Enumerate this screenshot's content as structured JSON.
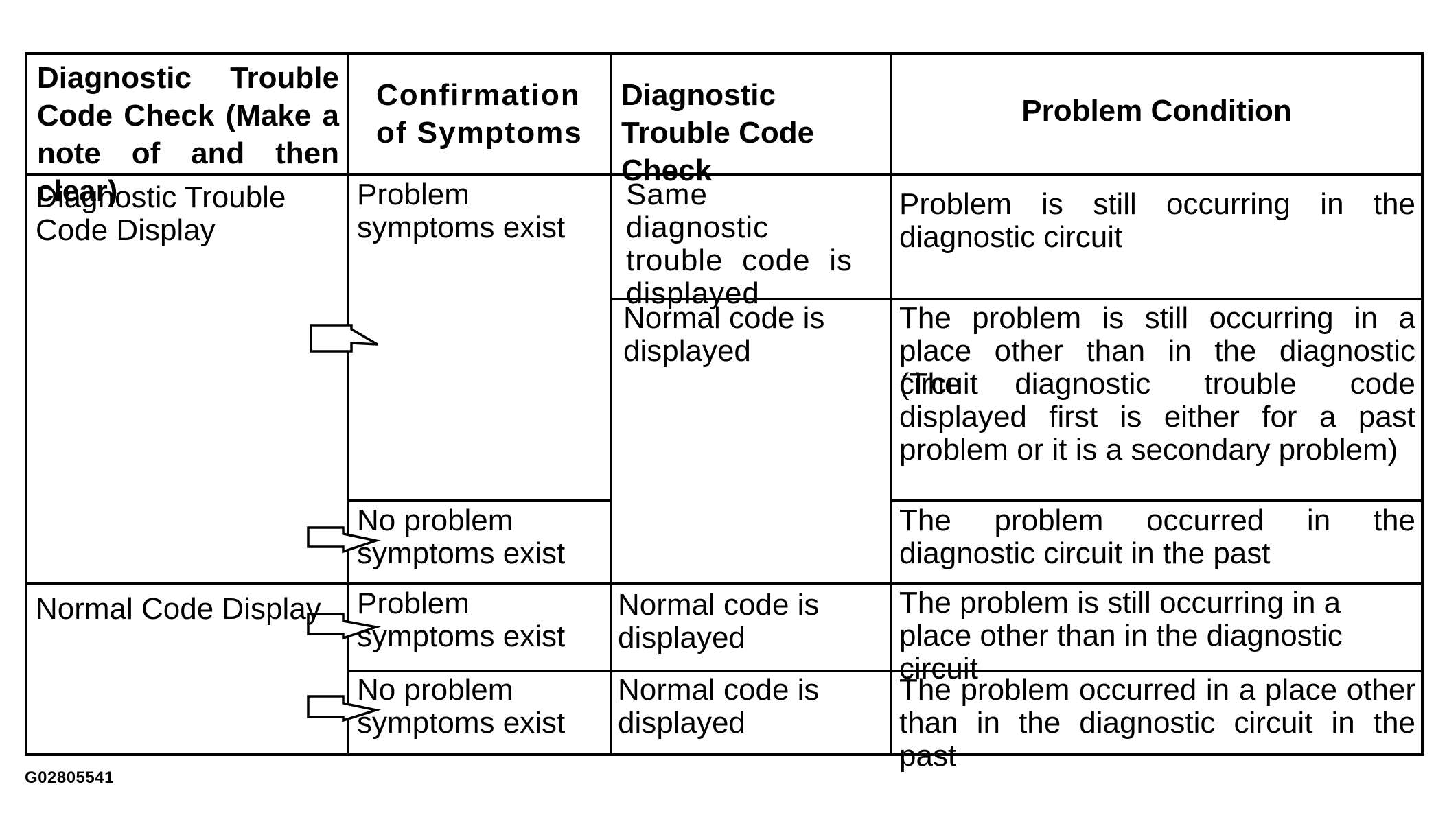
{
  "table": {
    "headers": {
      "col1": "Diagnostic Trouble Code Check (Make a note of and then clear)",
      "col2": "Confirmation of Symptoms",
      "col3": "Diagnostic Trouble Code Check",
      "col4": "Problem Condition"
    },
    "col1": {
      "dtc_display": "Diagnostic Trouble Code Display",
      "normal_display": "Normal Code Display"
    },
    "col2": {
      "r1_symptoms_exist": "Problem symptoms exist",
      "r1_no_symptoms": "No problem symptoms exist",
      "r2_symptoms_exist": "Problem symptoms exist",
      "r2_no_symptoms": "No problem symptoms exist"
    },
    "col3": {
      "same_dtc": "Same diagnostic trouble code is displayed",
      "normal_code_1": "Normal code is displayed",
      "normal_code_2": "Normal code is displayed",
      "normal_code_3": "Normal code is displayed"
    },
    "col4": {
      "cond1": "Problem is still occurring in the diagnostic circuit",
      "cond2": "The problem is still occurring in a place other than in the diagnostic circuit",
      "cond2_note": "(The diagnostic trouble code displayed first is either for a past problem or it is a secondary problem)",
      "cond3": "The problem occurred in the diagnostic circuit in the past",
      "cond4": "The problem is still occurring in a place other than in the diagnostic circuit",
      "cond5": "The problem occurred in a place other than in the diagnostic circuit in the past"
    }
  },
  "figure_id": "G02805541"
}
